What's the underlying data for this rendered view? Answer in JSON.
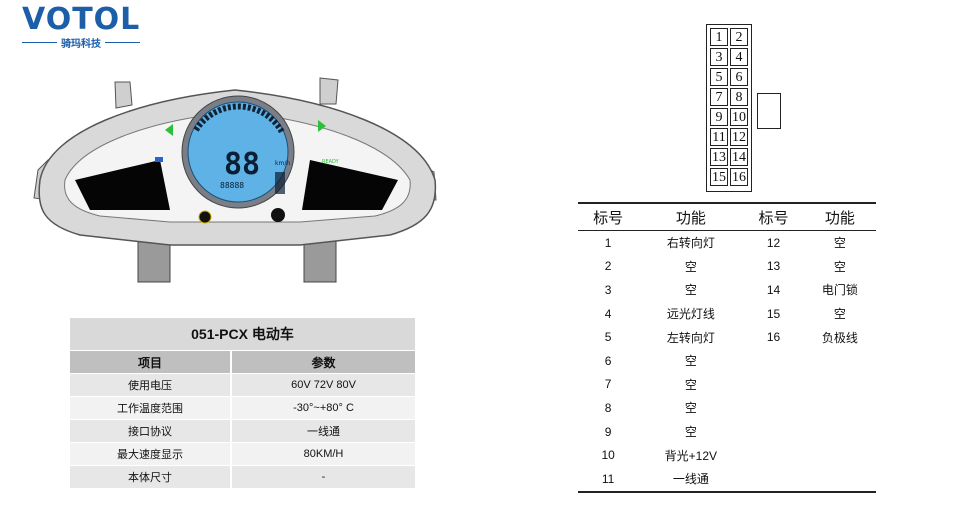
{
  "logo": {
    "brand": "VOTOL",
    "subtitle": "骑玛科技"
  },
  "dashboard": {
    "speed_digits": "88",
    "speed_unit": "km/h",
    "odometer": "88888",
    "ready_label": "READY",
    "indicator_colors": {
      "turn": "#2bbf3a",
      "lcd": "#5fb2e6",
      "body": "#d9d9d9"
    }
  },
  "spec_table": {
    "title": "051-PCX  电动车",
    "headers": [
      "项目",
      "参数"
    ],
    "rows": [
      [
        "使用电压",
        "60V 72V 80V"
      ],
      [
        "工作温度范围",
        "-30°~+80° C"
      ],
      [
        "接口协议",
        "一线通"
      ],
      [
        "最大速度显示",
        "80KM/H"
      ],
      [
        "本体尺寸",
        "-"
      ]
    ]
  },
  "connector": {
    "pins": [
      "1",
      "2",
      "3",
      "4",
      "5",
      "6",
      "7",
      "8",
      "9",
      "10",
      "11",
      "12",
      "13",
      "14",
      "15",
      "16"
    ]
  },
  "pinout": {
    "headers": [
      "标号",
      "功能",
      "标号",
      "功能"
    ],
    "rows": [
      [
        "1",
        "右转向灯",
        "12",
        "空"
      ],
      [
        "2",
        "空",
        "13",
        "空"
      ],
      [
        "3",
        "空",
        "14",
        "电门锁"
      ],
      [
        "4",
        "远光灯线",
        "15",
        "空"
      ],
      [
        "5",
        "左转向灯",
        "16",
        "负极线"
      ],
      [
        "6",
        "空",
        "",
        ""
      ],
      [
        "7",
        "空",
        "",
        ""
      ],
      [
        "8",
        "空",
        "",
        ""
      ],
      [
        "9",
        "空",
        "",
        ""
      ],
      [
        "10",
        "背光+12V",
        "",
        ""
      ],
      [
        "11",
        "一线通",
        "",
        ""
      ]
    ]
  }
}
